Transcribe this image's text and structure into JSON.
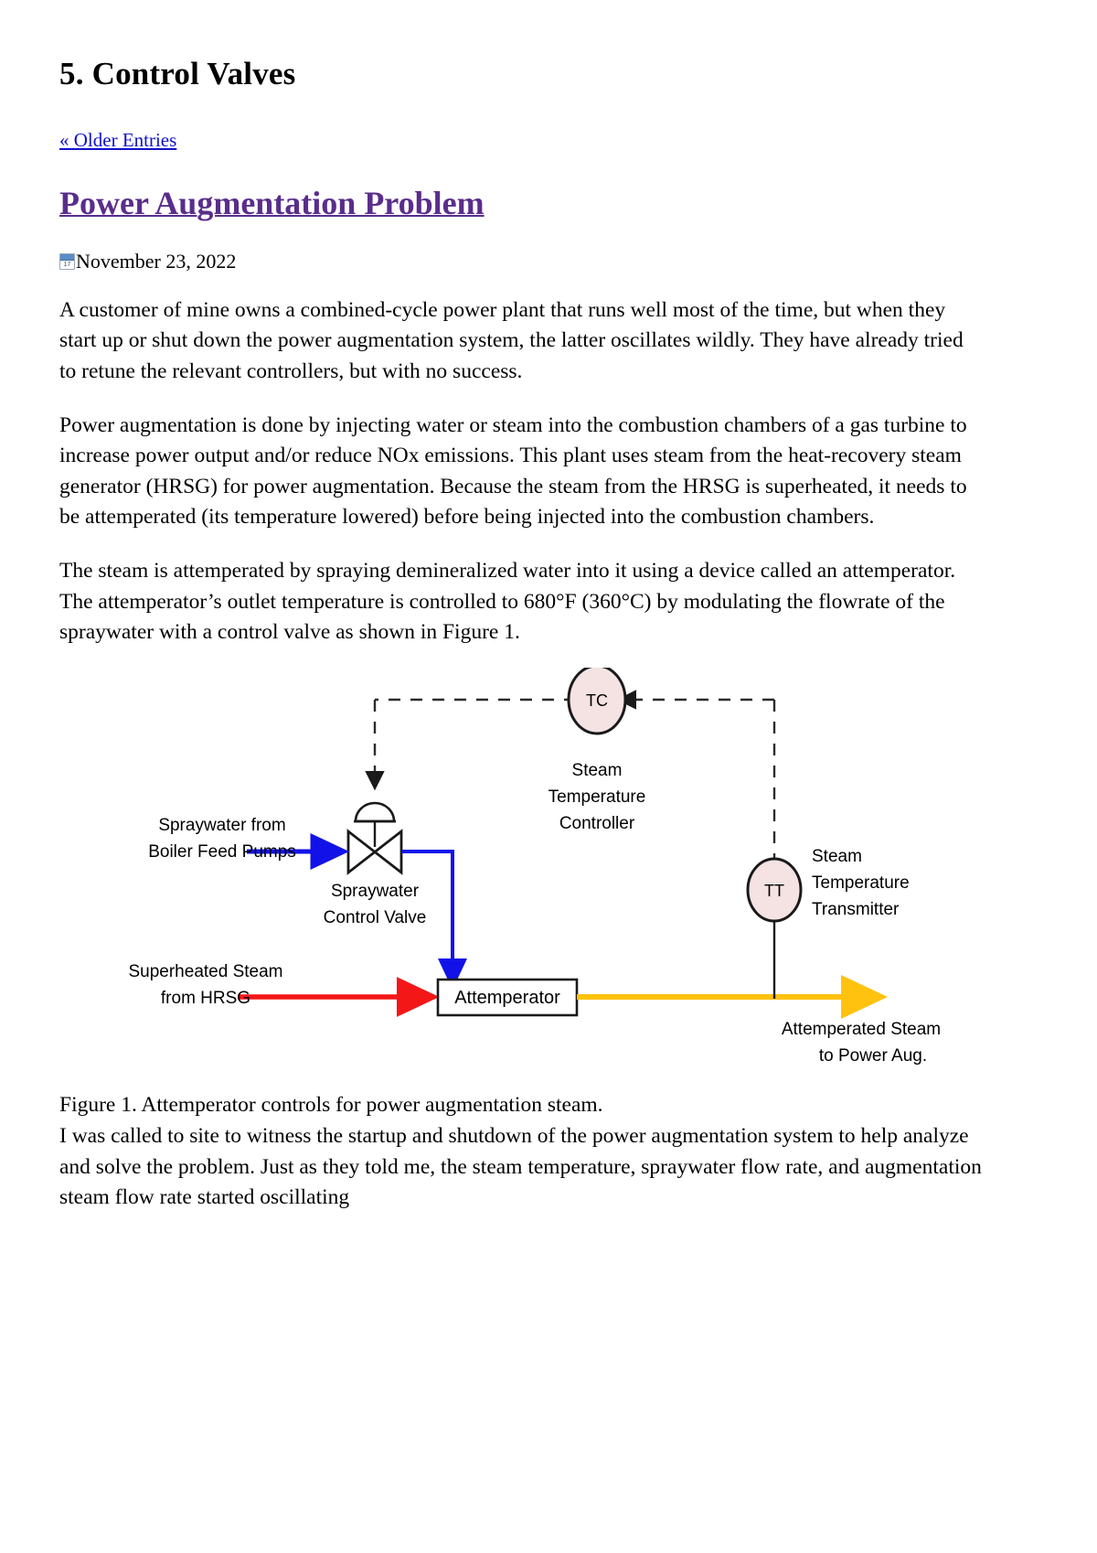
{
  "page": {
    "heading": "5. Control Valves",
    "older_entries_label": "« Older Entries"
  },
  "post": {
    "title": "Power Augmentation Problem",
    "date": "November 23, 2022",
    "calendar_icon_day": "17",
    "paragraphs": [
      "A customer of mine owns a combined-cycle power plant that runs well most of the time, but when they start up or shut down the power augmentation system, the latter oscillates wildly. They have already tried to retune the relevant controllers, but with no success.",
      "Power augmentation is done by injecting water or steam into the combustion chambers of a gas turbine to increase power output and/or reduce NOx emissions. This plant uses steam from the heat-recovery steam generator (HRSG) for power augmentation. Because the steam from the HRSG is superheated, it needs to be attemperated (its temperature lowered) before being injected into the combustion chambers.",
      "The steam is attemperated by spraying demineralized water into it using a device called an attemperator. The attemperator’s outlet temperature is controlled to 680°F (360°C) by modulating the flowrate of the spraywater with a control valve as shown in Figure 1."
    ],
    "closing_paragraph": "I was called to site to witness the startup and shutdown of the power augmentation system to help analyze and solve the problem. Just as they told me, the steam temperature, spraywater flow rate, and augmentation steam flow rate started oscillating"
  },
  "figure": {
    "caption": "Figure 1. Attemperator controls for power augmentation steam.",
    "labels": {
      "tc_tag": "TC",
      "tc_label_line1": "Steam",
      "tc_label_line2": "Temperature",
      "tc_label_line3": "Controller",
      "tt_tag": "TT",
      "tt_label_line1": "Steam",
      "tt_label_line2": "Temperature",
      "tt_label_line3": "Transmitter",
      "valve_label_line1": "Spraywater",
      "valve_label_line2": "Control Valve",
      "inlet_water_line1": "Spraywater from",
      "inlet_water_line2": "Boiler Feed Pumps",
      "inlet_steam_line1": "Superheated Steam",
      "inlet_steam_line2": "from HRSG",
      "attemperator_box": "Attemperator",
      "outlet_line1": "Attemperated Steam",
      "outlet_line2": "to Power Aug."
    },
    "colors": {
      "spraywater_line": "#1212e8",
      "superheated_steam_line": "#f41717",
      "attemperated_steam_line": "#FFC20E",
      "signal_line": "#2b2b2b",
      "bubble_fill": "#f5e2e2",
      "bubble_stroke": "#1a1a1a"
    }
  }
}
